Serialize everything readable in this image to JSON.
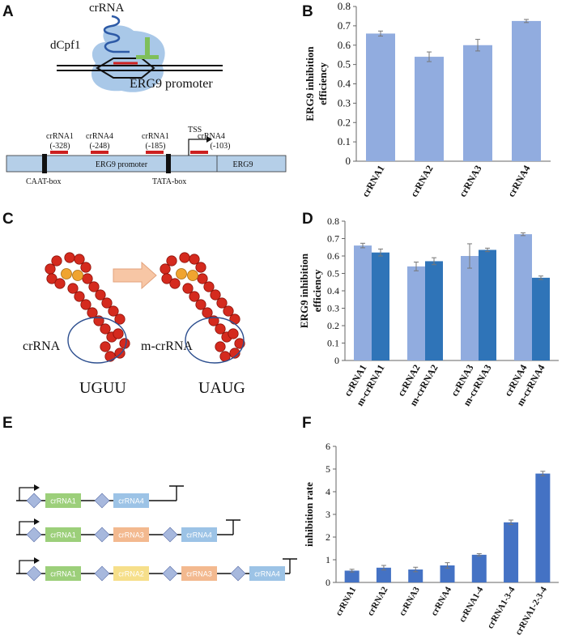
{
  "panels": {
    "a": "A",
    "b": "B",
    "c": "C",
    "d": "D",
    "e": "E",
    "f": "F"
  },
  "panelA": {
    "crrna_label": "crRNA",
    "dcpf1_label": "dCpf1",
    "promoter_label": "ERG9 promoter",
    "box_promoter": "ERG9 promoter",
    "box_gene": "ERG9",
    "caat": "CAAT-box",
    "tata": "TATA-box",
    "tss": "TSS",
    "sites": [
      {
        "name": "crRNA1",
        "pos": "(-328)"
      },
      {
        "name": "crRNA4",
        "pos": "(-248)"
      },
      {
        "name": "crRNA1",
        "pos": "(-185)"
      },
      {
        "name": "crRNA4",
        "pos": "(-103)"
      }
    ],
    "colors": {
      "blob": "#a9c8e8",
      "guide": "#2d5aa6",
      "red": "#cc1f1f",
      "green": "#7fbf5a",
      "box": "#b5cfe8"
    }
  },
  "panelC": {
    "left_label": "crRNA",
    "right_label": "m-crRNA",
    "left_seq": "UGUU",
    "right_seq": "UAUG"
  },
  "panelE": {
    "rows": [
      [
        "crRNA1",
        "crRNA4"
      ],
      [
        "crRNA1",
        "crRNA3",
        "crRNA4"
      ],
      [
        "crRNA1",
        "crRNA2",
        "crRNA3",
        "crRNA4"
      ]
    ],
    "colors": {
      "crRNA1": "#9ccf7a",
      "crRNA2": "#f6df8a",
      "crRNA3": "#f3b98f",
      "crRNA4": "#9cc3e6",
      "diamond": "#a7b8dd"
    }
  },
  "chart_data": [
    {
      "id": "B",
      "type": "bar",
      "categories": [
        "crRNA1",
        "crRNA2",
        "crRNA3",
        "crRNA4"
      ],
      "values": [
        0.66,
        0.54,
        0.6,
        0.725
      ],
      "errors": [
        0.013,
        0.025,
        0.03,
        0.008
      ],
      "ylabel": "ERG9 inhibition efficiency",
      "ylim": [
        0,
        0.8
      ],
      "yticks": [
        "0",
        "0.1",
        "0.2",
        "0.3",
        "0.4",
        "0.5",
        "0.6",
        "0.7",
        "0.8"
      ],
      "color": "#91acdf"
    },
    {
      "id": "D",
      "type": "bar",
      "categories": [
        "crRNA1",
        "m-crRNA1",
        "crRNA2",
        "m-crRNA2",
        "crRNA3",
        "m-crRNA3",
        "crRNA4",
        "m-crRNA4"
      ],
      "values": [
        0.66,
        0.62,
        0.54,
        0.57,
        0.6,
        0.635,
        0.725,
        0.475
      ],
      "errors": [
        0.013,
        0.02,
        0.025,
        0.02,
        0.07,
        0.01,
        0.008,
        0.01
      ],
      "colors": [
        "#91acdf",
        "#2f74b8",
        "#91acdf",
        "#2f74b8",
        "#91acdf",
        "#2f74b8",
        "#91acdf",
        "#2f74b8"
      ],
      "ylabel": "ERG9 inhibition efficiency",
      "ylim": [
        0,
        0.8
      ],
      "yticks": [
        "0",
        "0.1",
        "0.2",
        "0.3",
        "0.4",
        "0.5",
        "0.6",
        "0.7",
        "0.8"
      ]
    },
    {
      "id": "F",
      "type": "bar",
      "categories": [
        "crRNA1",
        "crRNA2",
        "crRNA3",
        "crRNA4",
        "crRNA1-4",
        "crRNA1-3-4",
        "crRNA1-2-3-4"
      ],
      "values": [
        0.52,
        0.65,
        0.57,
        0.75,
        1.22,
        2.65,
        4.8
      ],
      "errors": [
        0.06,
        0.1,
        0.1,
        0.12,
        0.05,
        0.1,
        0.1
      ],
      "ylabel": "inhibition rate",
      "ylim": [
        0,
        6
      ],
      "yticks": [
        "0",
        "1",
        "2",
        "3",
        "4",
        "5",
        "6"
      ],
      "color": "#4472c4"
    }
  ]
}
